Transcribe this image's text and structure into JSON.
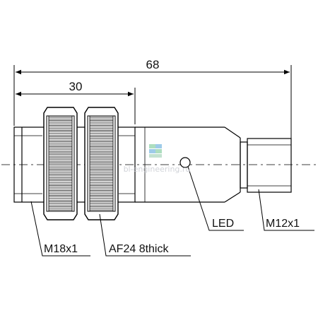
{
  "dimensions": {
    "overall_length": "68",
    "threaded_length": "30"
  },
  "callouts": {
    "thread_body": "M18x1",
    "nuts": "AF24 8thick",
    "indicator": "LED",
    "connector": "M12x1"
  },
  "watermark": {
    "text": "bl-engineering.ru"
  },
  "colors": {
    "line": "#000000",
    "watermark": "#c9ccd2",
    "logo_green": "#9fd9b5",
    "logo_blue": "#8ec3e6"
  }
}
